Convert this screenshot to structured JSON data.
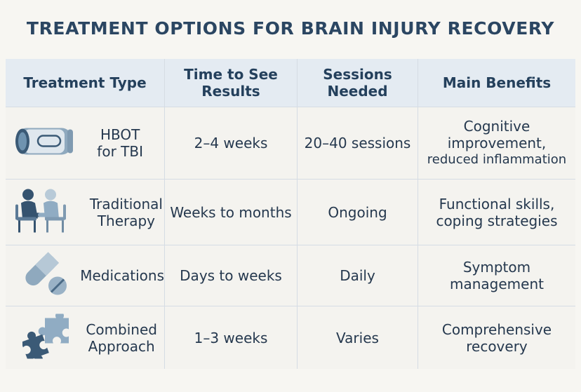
{
  "title": "TREATMENT OPTIONS FOR BRAIN INJURY RECOVERY",
  "headers": {
    "type": "Treatment Type",
    "time_1": "Time to See",
    "time_2": "Results",
    "sessions_1": "Sessions",
    "sessions_2": "Needed",
    "benefits": "Main Benefits"
  },
  "rows": [
    {
      "icon": "hyperbaric-chamber-icon",
      "type_1": "HBOT",
      "type_2": "for TBI",
      "time": "2–4 weeks",
      "sessions": "20–40 sessions",
      "benefit_1": "Cognitive",
      "benefit_2": "improvement,",
      "benefit_3": "reduced inflammation"
    },
    {
      "icon": "therapy-session-icon",
      "type_1": "Traditional",
      "type_2": "Therapy",
      "time": "Weeks to months",
      "sessions": "Ongoing",
      "benefit_1": "Functional skills,",
      "benefit_2": "coping strategies"
    },
    {
      "icon": "pills-icon",
      "type_1": "Medications",
      "time": "Days to weeks",
      "sessions": "Daily",
      "benefit_1": "Symptom",
      "benefit_2": "management"
    },
    {
      "icon": "puzzle-pieces-icon",
      "type_1": "Combined",
      "type_2": "Approach",
      "time": "1–3 weeks",
      "sessions": "Varies",
      "benefit_1": "Comprehensive",
      "benefit_2": "recovery"
    }
  ],
  "colors": {
    "header_bg": "#e4ebf2",
    "text": "#25384e",
    "icon_dark": "#35536f",
    "icon_light": "#90acc3"
  }
}
